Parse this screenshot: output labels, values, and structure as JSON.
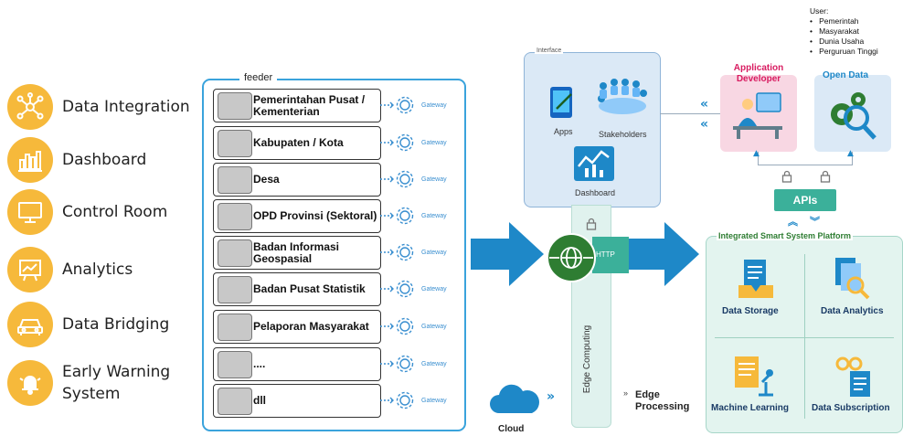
{
  "features": [
    {
      "label": "Data Integration",
      "icon": "network-icon"
    },
    {
      "label": "Dashboard",
      "icon": "bar-chart-icon"
    },
    {
      "label": "Control Room",
      "icon": "monitor-icon"
    },
    {
      "label": "Analytics",
      "icon": "analytics-board-icon"
    },
    {
      "label": "Data Bridging",
      "icon": "car-icon"
    },
    {
      "label": "Early Warning System",
      "label_line1": "Early Warning",
      "label_line2": "System",
      "icon": "bell-icon"
    }
  ],
  "feeder": {
    "title": "feeder",
    "gateway_label": "Gateway",
    "rows": [
      "Pemerintahan Pusat / Kementerian",
      "Kabupaten / Kota",
      "Desa",
      "OPD Provinsi (Sektoral)",
      "Badan Informasi Geospasial",
      "Badan Pusat Statistik",
      "Pelaporan Masyarakat",
      "....",
      "dll"
    ]
  },
  "interface": {
    "title": "Interface",
    "apps": "Apps",
    "stakeholders": "Stakeholders",
    "dashboard": "Dashboard"
  },
  "edge": {
    "http": "HTTP",
    "vertical": "Edge Computing",
    "processing_line1": "Edge",
    "processing_line2": "Processing",
    "cloud": "Cloud"
  },
  "users": {
    "title": "User:",
    "items": [
      "Pemerintah",
      "Masyarakat",
      "Dunia Usaha",
      "Perguruan Tinggi"
    ]
  },
  "app_dev": {
    "line1": "Application",
    "line2": "Developer"
  },
  "open_data": {
    "label": "Open Data"
  },
  "apis": {
    "label": "APIs"
  },
  "platform": {
    "title": "Integrated Smart System Platform",
    "cells": [
      "Data Storage",
      "Data Analytics",
      "Machine Learning",
      "Data Subscription"
    ]
  },
  "colors": {
    "orange": "#f6b93b",
    "blue_border": "#3aa3dc",
    "arrow_blue": "#1e88c8",
    "green": "#43a047",
    "pink": "#f8d7e3",
    "light_blue": "#dbe9f6",
    "teal": "#3bb09a"
  }
}
